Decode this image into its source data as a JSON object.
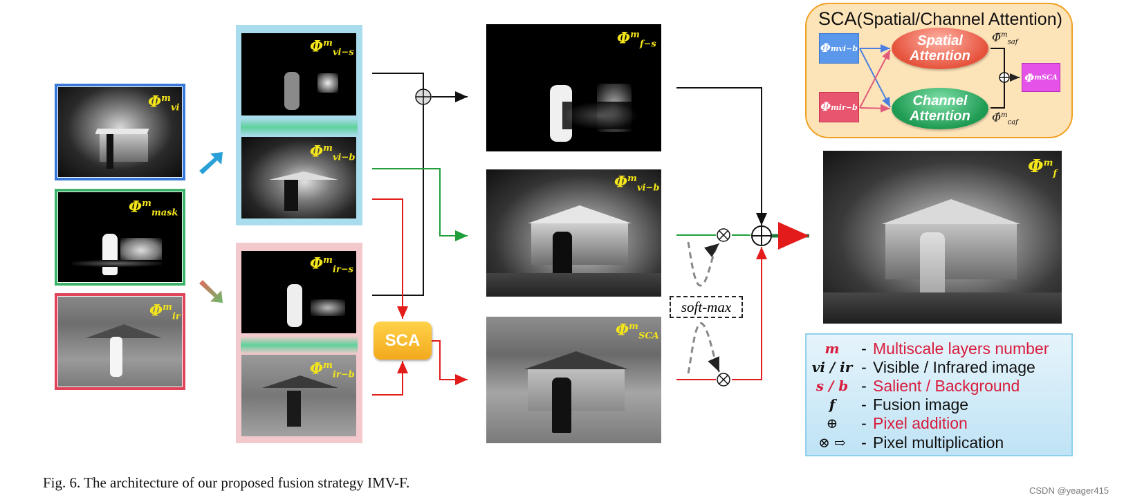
{
  "labels": {
    "vi": {
      "base": "Φ",
      "sup": "m",
      "sub": "vi"
    },
    "mask": {
      "base": "Φ",
      "sup": "m",
      "sub": "mask"
    },
    "ir": {
      "base": "Φ",
      "sup": "m",
      "sub": "ir"
    },
    "vi_s": {
      "base": "Φ",
      "sup": "m",
      "sub": "vi−s"
    },
    "vi_b": {
      "base": "Φ",
      "sup": "m",
      "sub": "vi−b"
    },
    "ir_s": {
      "base": "Φ",
      "sup": "m",
      "sub": "ir−s"
    },
    "ir_b": {
      "base": "Φ",
      "sup": "m",
      "sub": "ir−b"
    },
    "f_s": {
      "base": "Φ",
      "sup": "m",
      "sub": "f−s"
    },
    "mid_vi_b": {
      "base": "Φ",
      "sup": "m",
      "sub": "vi−b"
    },
    "sca_out": {
      "base": "Φ",
      "sup": "m",
      "sub": "SCA"
    },
    "fused": {
      "base": "Φ",
      "sup": "m",
      "sub": "f"
    }
  },
  "sca_button": "SCA",
  "soft_max": "soft-max",
  "sca_panel": {
    "title_big": "SCA",
    "title_rest": "(Spatial/Channel Attention)",
    "in_vi": {
      "base": "Φ",
      "sup": "m",
      "sub": "vi−b"
    },
    "in_ir": {
      "base": "Φ",
      "sup": "m",
      "sub": "ir−b"
    },
    "spatial_1": "Spatial",
    "spatial_2": "Attention",
    "channel_1": "Channel",
    "channel_2": "Attention",
    "saf": {
      "base": "Φ̃",
      "sup": "m",
      "sub": "saf"
    },
    "caf": {
      "base": "Φ̂",
      "sup": "m",
      "sub": "caf"
    },
    "out": {
      "base": "Φ",
      "sup": "m",
      "sub": "SCA"
    }
  },
  "legend": {
    "rows": [
      {
        "sym": "m",
        "dash": "-",
        "text": "Multiscale layers number",
        "color": "#d81b3c"
      },
      {
        "sym": "vi / ir",
        "dash": "-",
        "text": "Visible / Infrared  image",
        "color": "#111111"
      },
      {
        "sym": "s / b",
        "dash": "-",
        "text": "Salient / Background",
        "color": "#d81b3c"
      },
      {
        "sym": "f",
        "dash": "-",
        "text": "Fusion image",
        "color": "#111111"
      },
      {
        "sym": "⊕",
        "dash": "-",
        "text": "Pixel addition",
        "color": "#d81b3c"
      },
      {
        "sym": "⊗ ⇨",
        "dash": "-",
        "text": "Pixel multiplication",
        "color": "#111111"
      }
    ]
  },
  "caption": "Fig. 6.    The architecture of our proposed fusion strategy IMV-F.",
  "watermark": "CSDN @yeager415",
  "colors": {
    "blue": "#3a78d8",
    "green": "#3db36a",
    "red": "#e0435a",
    "cyan_panel": "#a9dced",
    "pink_panel": "#f4c9cd",
    "arrow_red": "#e41b1b",
    "arrow_green": "#1f9e3a"
  }
}
